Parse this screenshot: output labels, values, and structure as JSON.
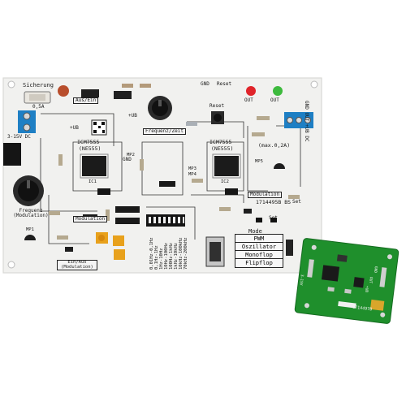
{
  "main_board": {
    "fuse_label": "Sicherung",
    "fuse_rating": "0,5A",
    "power_switch_label": "Aus/Ein",
    "power_input_label": "3-15V DC",
    "pot_frequency_modulation_label": "Frequenz (Modulation)",
    "pot_frequency_time_label": "Frequenz/Zeit",
    "ic1_name": "ICM7555",
    "ic1_subname": "(NE555)",
    "ic1_ref": "IC1",
    "ic2_name": "ICM7555",
    "ic2_subname": "(NE555)",
    "ic2_ref": "IC2",
    "modulation_label": "Modulation",
    "mod_switch_label": "Ein/Aus (Modulation)",
    "reset_label": "Reset",
    "gnd_label": "GND",
    "out_label": "OUT",
    "ub_label": "+UB",
    "max_current": "(max.0,2A)",
    "terminal_label": "GND OUT +UB DC",
    "board_code": "1714495B BS",
    "mode_title": "Mode",
    "mode_options": [
      "PWM",
      "Oszillator",
      "Monoflop",
      "Flipflop"
    ],
    "frequency_ranges": [
      "0,01Hz-0,1Hz",
      "0,1Hz-1Hz",
      "1Hz-10Hz",
      "10Hz-100Hz",
      "100Hz-1kHz",
      "1kHz-10kHz",
      "10kHz-100kHz",
      "70kHz-200kHz"
    ],
    "set_label": "Set",
    "test_points": [
      "MP1",
      "MP2",
      "MP3",
      "MP4",
      "MP5"
    ]
  },
  "small_board": {
    "code": "1714497B",
    "labels": [
      "GND",
      "OUT",
      "+UB",
      "3-15V"
    ]
  },
  "colors": {
    "main_pcb": "#f1f1ef",
    "small_pcb": "#1f8f2c",
    "terminal_blue": "#1e7fc4",
    "led_red": "#e0242a",
    "led_green": "#3dba3d",
    "potentiometer": "#222222",
    "ic_body": "#1b1b1b",
    "trimmer": "#e8a11c"
  }
}
